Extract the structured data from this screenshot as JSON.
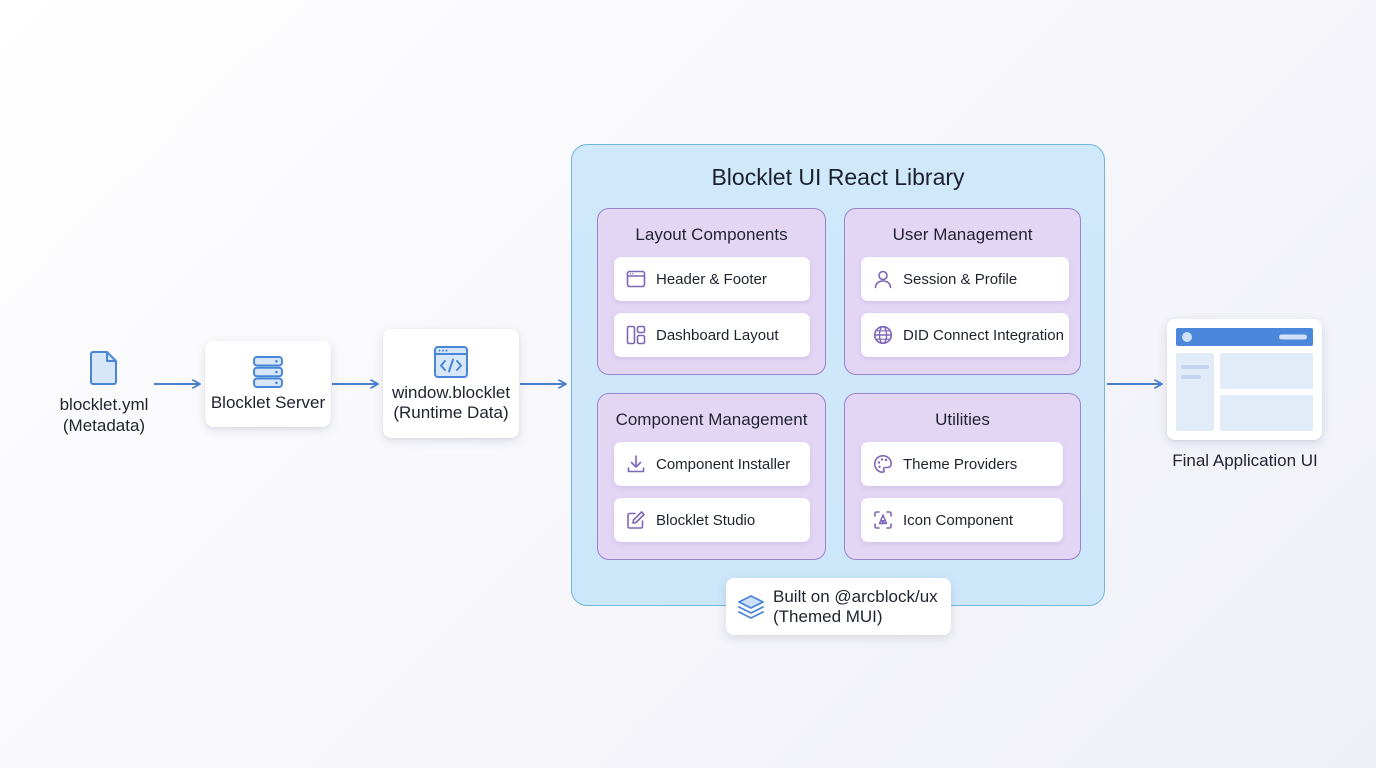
{
  "source": {
    "label": "blocklet.yml\n(Metadata)",
    "icon": "file-icon"
  },
  "server": {
    "label": "Blocklet Server",
    "icon": "server-icon"
  },
  "runtime": {
    "label": "window.blocklet\n(Runtime Data)",
    "icon": "code-window-icon"
  },
  "library": {
    "title": "Blocklet UI React Library",
    "groups": [
      {
        "title": "Layout Components",
        "items": [
          {
            "label": "Header & Footer",
            "icon": "browser-window-icon"
          },
          {
            "label": "Dashboard Layout",
            "icon": "dashboard-layout-icon"
          }
        ]
      },
      {
        "title": "User Management",
        "items": [
          {
            "label": "Session & Profile",
            "icon": "user-icon"
          },
          {
            "label": "DID Connect Integration",
            "icon": "globe-icon"
          }
        ]
      },
      {
        "title": "Component Management",
        "items": [
          {
            "label": "Component Installer",
            "icon": "download-icon"
          },
          {
            "label": "Blocklet Studio",
            "icon": "edit-icon"
          }
        ]
      },
      {
        "title": "Utilities",
        "items": [
          {
            "label": "Theme Providers",
            "icon": "palette-icon"
          },
          {
            "label": "Icon Component",
            "icon": "icon-frame-icon"
          }
        ]
      }
    ],
    "base": {
      "label": "Built on @arcblock/ux\n(Themed MUI)",
      "icon": "layers-icon"
    }
  },
  "output": {
    "label": "Final Application UI",
    "icon": "app-mockup-icon"
  },
  "colors": {
    "arrow": "#4a7fd0",
    "library_fill": "#cfe9fb",
    "library_border": "#6fb7dc",
    "group_fill": "#e3d6f5",
    "group_border": "#9a82cc",
    "icon_blue": "#4a86d8",
    "icon_purple": "#7d66b8"
  }
}
